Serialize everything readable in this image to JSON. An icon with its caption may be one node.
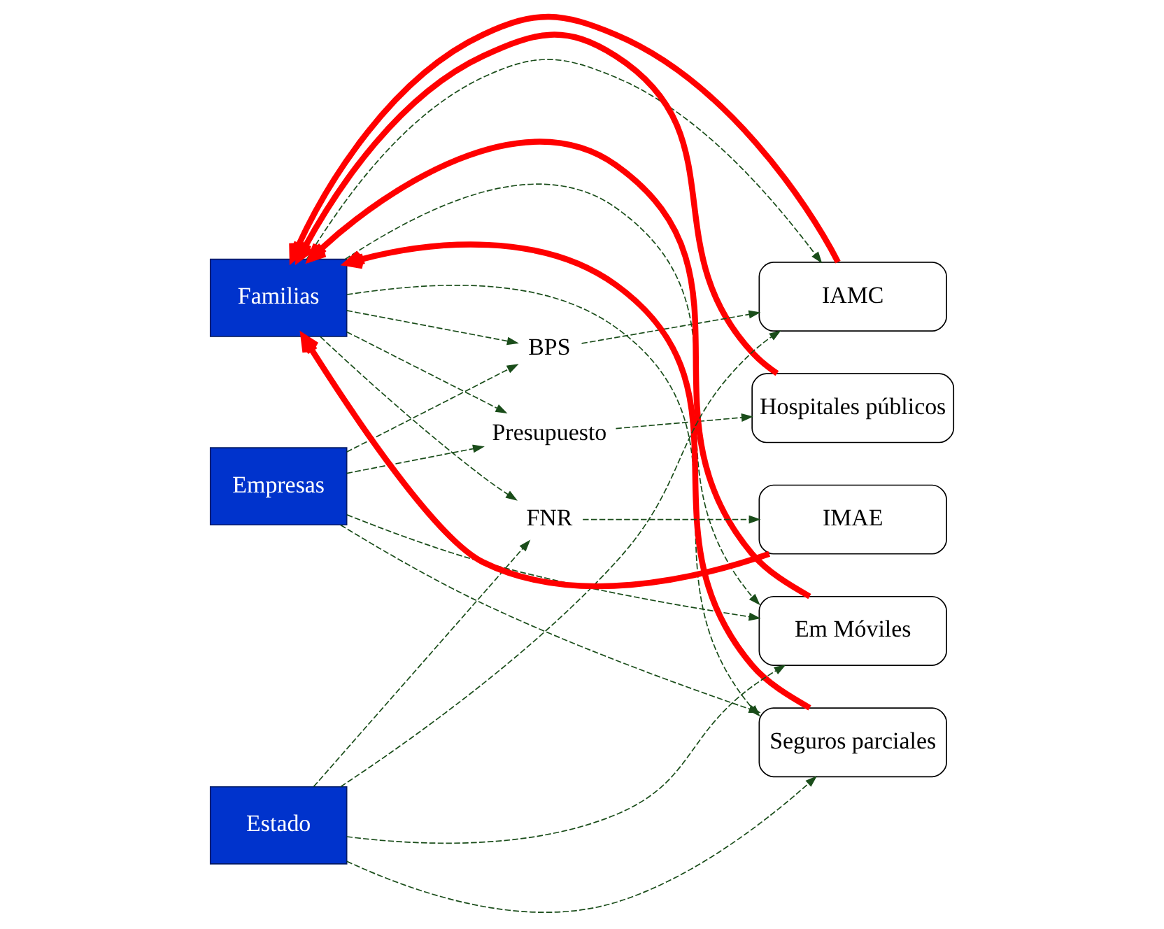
{
  "diagram": {
    "nodes": [
      {
        "text": [
          "Familias"
        ]
      },
      {
        "text": [
          "Hospitales públicos"
        ]
      },
      {
        "text": [
          "Presupuesto"
        ]
      },
      {
        "text": [
          "BPS"
        ]
      },
      {
        "text": [
          "IAMC"
        ]
      },
      {
        "text": [
          "Empresas"
        ]
      },
      {
        "text": [
          "Em Móviles"
        ]
      },
      {
        "text": [
          "Seguros parciales"
        ]
      },
      {
        "text": [
          "Estado"
        ]
      },
      {
        "text": [
          "FNR"
        ]
      },
      {
        "text": [
          "IMAE"
        ]
      }
    ],
    "edges": [
      {
        "from": 1,
        "to": 0,
        "arrow": "to",
        "style": "thick",
        "color": "#ff0000"
      },
      {
        "from": 4,
        "to": 0,
        "arrow": "to",
        "style": "thick",
        "color": "#ff0000"
      },
      {
        "from": 6,
        "to": 0,
        "arrow": "to",
        "style": "thick",
        "color": "#ff0000"
      },
      {
        "from": 7,
        "to": 0,
        "arrow": "to",
        "style": "thick",
        "color": "#ff0000"
      },
      {
        "from": 10,
        "to": 0,
        "arrow": "to",
        "style": "thick",
        "color": "#ff0000"
      },
      {
        "from": 0,
        "to": 2,
        "arrow": "to",
        "style": "dashed"
      },
      {
        "from": 2,
        "to": 1,
        "arrow": "to",
        "style": "dashed"
      },
      {
        "from": 0,
        "to": 3,
        "arrow": "to",
        "style": "dashed"
      },
      {
        "from": 3,
        "to": 4,
        "arrow": "to",
        "style": "dashed"
      },
      {
        "from": 0,
        "to": 4,
        "arrow": "to",
        "style": "dashed"
      },
      {
        "from": 0,
        "to": 6,
        "arrow": "to",
        "style": "dashed"
      },
      {
        "from": 0,
        "to": 7,
        "arrow": "to",
        "style": "dashed"
      },
      {
        "from": 0,
        "to": 9,
        "arrow": "to",
        "style": "dashed"
      },
      {
        "from": 5,
        "to": 2,
        "arrow": "to",
        "style": "dashed"
      },
      {
        "from": 5,
        "to": 3,
        "arrow": "to",
        "style": "dashed"
      },
      {
        "from": 5,
        "to": 6,
        "arrow": "to",
        "style": "dashed"
      },
      {
        "from": 5,
        "to": 7,
        "arrow": "to",
        "style": "dashed"
      },
      {
        "from": 8,
        "to": 4,
        "arrow": "to",
        "style": "dashed"
      },
      {
        "from": 8,
        "to": 6,
        "arrow": "to",
        "style": "dashed"
      },
      {
        "from": 8,
        "to": 7,
        "arrow": "to",
        "style": "dashed"
      },
      {
        "from": 8,
        "to": 9,
        "arrow": "to",
        "style": "dashed"
      },
      {
        "from": 9,
        "to": 10,
        "arrow": "to",
        "style": "dashed"
      }
    ]
  }
}
